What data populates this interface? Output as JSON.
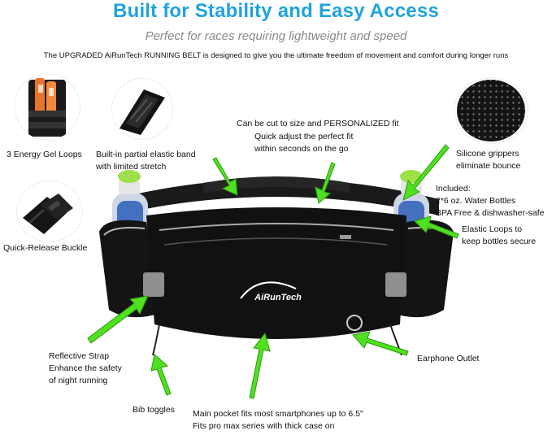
{
  "header": {
    "title": "Built for Stability and Easy Access",
    "subtitle": "Perfect for races requiring lightweight and speed",
    "description": "The UPGRADED AiRunTech RUNNING BELT is designed to give you the ultimate freedom of movement and comfort during longer runs"
  },
  "callouts": {
    "gel_loops": "3 Energy Gel Loops",
    "elastic_band": "Built-in partial elastic band\nwith limited stretch",
    "cut_to_size": "Can be cut to size and PERSONALIZED fit",
    "quick_adjust": "Quick adjust the perfect fit\nwithin seconds on the go",
    "silicone": "Silicone grippers\neliminate bounce",
    "included": "Included:\n2*6 oz. Water Bottles\nBPA Free & dishwasher-safe",
    "elastic_loops": "Elastic Loops to\nkeep bottles secure",
    "buckle": "Quick-Release Buckle",
    "reflective": "Reflective Strap\nEnhance the safety\nof night running",
    "earphone": "Earphone Outlet",
    "bib": "Bib toggles",
    "pocket": "Main pocket fits most smartphones up to 6.5\"\nFits pro max series with thick case on"
  },
  "brand": {
    "logo_text": "AiRunTech"
  },
  "colors": {
    "title": "#1fa3dd",
    "arrow": "#4fe01f",
    "belt": "#151515",
    "bottle_cap": "#9fe04a"
  },
  "icons": [
    "gel-pack-icon",
    "elastic-band-icon",
    "silicone-grip-icon",
    "buckle-icon"
  ]
}
